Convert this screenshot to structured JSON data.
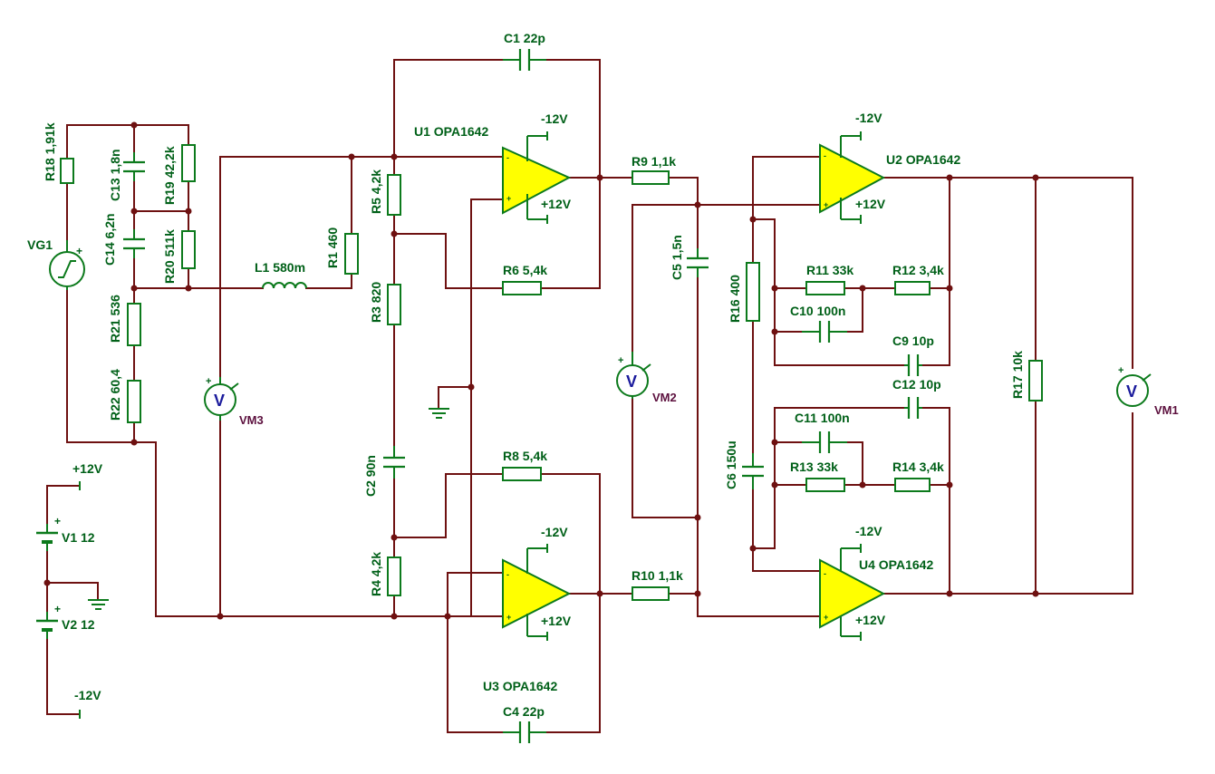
{
  "components": {
    "C1": "C1 22p",
    "C2": "C2 90n",
    "C4": "C4 22p",
    "C5": "C5 1,5n",
    "C6": "C6 150u",
    "C9": "C9 10p",
    "C10": "C10 100n",
    "C11": "C11 100n",
    "C12": "C12 10p",
    "C13": "C13 1,8n",
    "C14": "C14 6,2n",
    "R1": "R1 460",
    "R3": "R3 820",
    "R4": "R4 4,2k",
    "R5": "R5 4,2k",
    "R6": "R6 5,4k",
    "R8": "R8 5,4k",
    "R9": "R9 1,1k",
    "R10": "R10 1,1k",
    "R11": "R11 33k",
    "R12": "R12 3,4k",
    "R13": "R13 33k",
    "R14": "R14 3,4k",
    "R16": "R16 400",
    "R17": "R17 10k",
    "R18": "R18 1,91k",
    "R19": "R19 42,2k",
    "R20": "R20 511k",
    "R21": "R21 536",
    "R22": "R22 60,4",
    "L1": "L1 580m",
    "U1": "U1 OPA1642",
    "U2": "U2 OPA1642",
    "U3": "U3 OPA1642",
    "U4": "U4 OPA1642",
    "VG1": "VG1",
    "V1": "V1 12",
    "V2": "V2 12"
  },
  "meters": {
    "symbol": "V",
    "VM1": "VM1",
    "VM2": "VM2",
    "VM3": "VM3"
  },
  "rails": {
    "pos": "+12V",
    "neg": "-12V"
  },
  "pins": {
    "minus": "-",
    "plus": "+"
  },
  "colors": {
    "wire": "#6e1111",
    "component": "#0c7a1c",
    "label": "#006018",
    "opamp_fill": "#ffff00",
    "meter_text": "#1a1a9c",
    "meter_name": "#5c103e"
  }
}
